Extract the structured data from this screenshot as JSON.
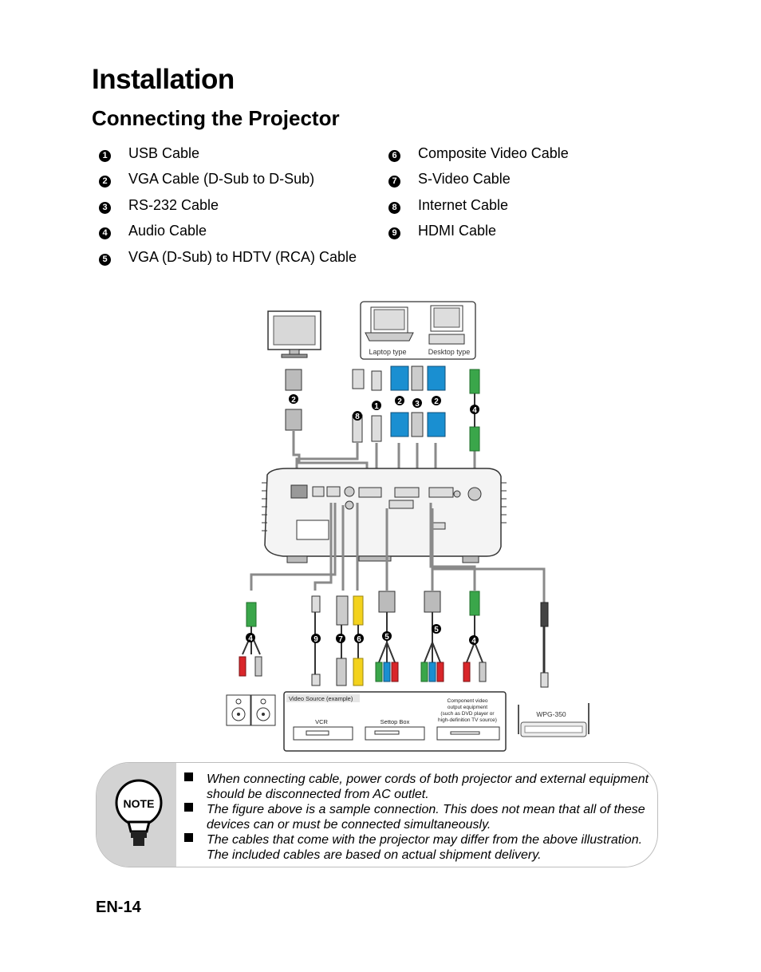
{
  "section_title": "Installation",
  "subsection_title": "Connecting the Projector",
  "cable_list": [
    {
      "num": "1",
      "label": "USB Cable"
    },
    {
      "num": "2",
      "label": "VGA Cable (D-Sub to D-Sub)"
    },
    {
      "num": "3",
      "label": "RS-232 Cable"
    },
    {
      "num": "4",
      "label": "Audio Cable"
    },
    {
      "num": "5",
      "label": "VGA (D-Sub) to HDTV (RCA) Cable"
    },
    {
      "num": "6",
      "label": "Composite Video Cable"
    },
    {
      "num": "7",
      "label": "S-Video Cable"
    },
    {
      "num": "8",
      "label": "Internet Cable"
    },
    {
      "num": "9",
      "label": "HDMI Cable"
    }
  ],
  "diagram": {
    "laptop_label": "Laptop type",
    "desktop_label": "Desktop type",
    "video_source_label": "Video Source (example)",
    "vcr_label": "VCR",
    "settop_label": "Settop Box",
    "component_label_1": "Component video",
    "component_label_2": "output equipment",
    "component_label_3": "(such as DVD player or",
    "component_label_4": "high-definition TV source)",
    "wpg_label": "WPG-350",
    "top_markers": [
      "2",
      "8",
      "1",
      "2",
      "3",
      "2",
      "4"
    ],
    "bottom_markers": [
      "4",
      "9",
      "7",
      "6",
      "5",
      "5",
      "4"
    ]
  },
  "note": {
    "icon_text": "NOTE",
    "items": [
      {
        "line1": "When connecting cable, power cords of both projector and external equipment",
        "line2": "should be disconnected from AC outlet."
      },
      {
        "line1": "The figure above is a sample connection. This does not mean that all of these",
        "line2": "devices can or must be connected simultaneously."
      },
      {
        "line1": "The cables that come with the projector may differ from the above illustration.",
        "line2": "The included cables are based on actual shipment delivery."
      }
    ]
  },
  "page_number": "EN-14",
  "colors": {
    "vga_blue": "#1a8fd1",
    "audio_green": "#3aa64a",
    "rca_red": "#d9262a",
    "rca_yellow": "#f3d21d",
    "cable_gray": "#8a8a8a"
  }
}
